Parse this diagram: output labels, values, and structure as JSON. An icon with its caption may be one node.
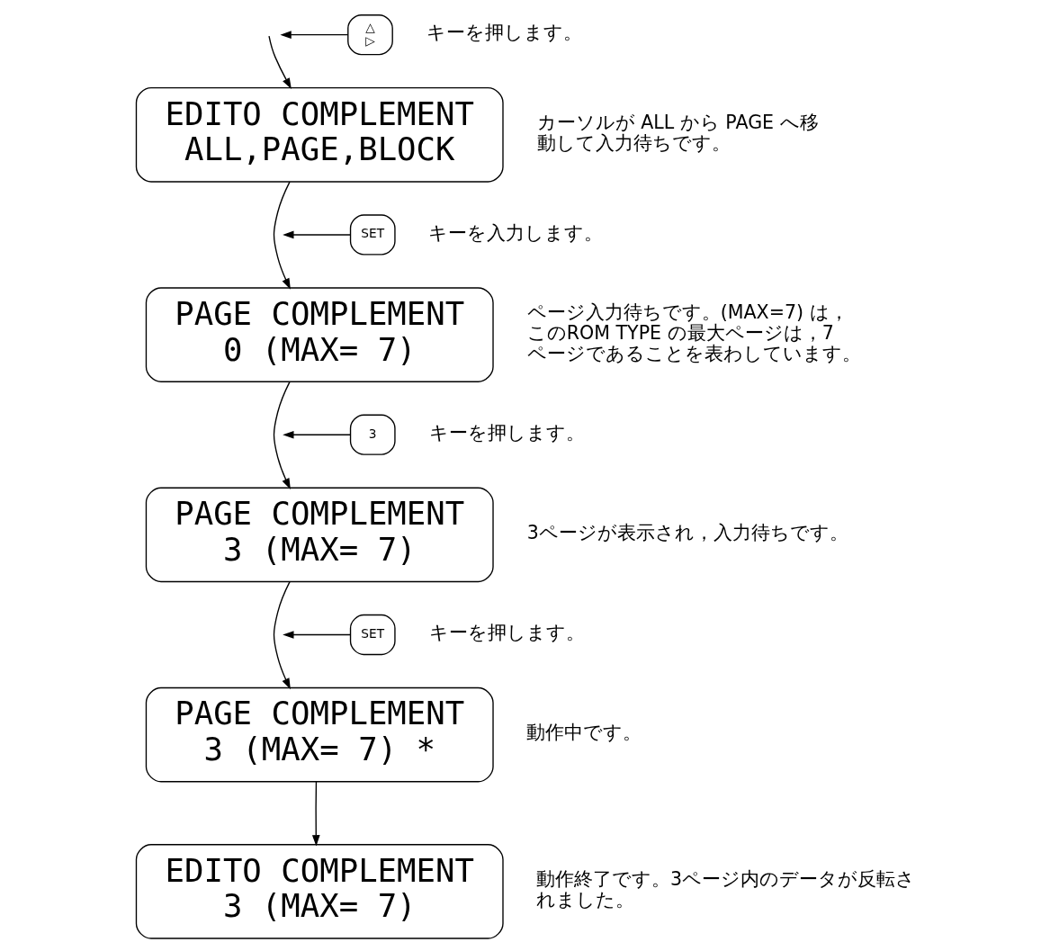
{
  "diagram": {
    "nodes": [
      {
        "text": [
          "△",
          "▷"
        ],
        "beside": [
          "キーを押します。"
        ]
      },
      {
        "text": [
          "EDITO COMPLEMENT",
          "ALL,PAGE,BLOCK"
        ],
        "beside": [
          "カーソルが ALL から PAGE へ移動して入力待ちです。"
        ]
      },
      {
        "text": [
          "SET"
        ],
        "beside": [
          "キーを入力します。"
        ]
      },
      {
        "text": [
          "PAGE COMPLEMENT",
          "0 (MAX= 7)"
        ],
        "beside": [
          "ページ入力待ちです。(MAX=7) は，このROM TYPE の最大ページは，7ページであることを表わしています。"
        ]
      },
      {
        "text": [
          "3"
        ],
        "beside": [
          "キーを押します。"
        ]
      },
      {
        "text": [
          "PAGE COMPLEMENT",
          "3 (MAX= 7)"
        ],
        "beside": [
          "3ページが表示され，入力待ちです。"
        ]
      },
      {
        "text": [
          "SET"
        ],
        "beside": [
          "キーを押します。"
        ]
      },
      {
        "text": [
          "PAGE COMPLEMENT",
          "3 (MAX= 7) *"
        ],
        "beside": [
          "動作中です。"
        ]
      },
      {
        "text": [
          "EDITO COMPLEMENT",
          "3 (MAX= 7)"
        ],
        "beside": [
          "動作終了です。3ページ内のデータが反転されました。"
        ]
      }
    ],
    "edges": [
      {
        "from": null,
        "to": 1,
        "arrow": "to"
      },
      {
        "from": 0,
        "to": null,
        "arrow": "to"
      },
      {
        "from": 1,
        "to": 3,
        "arrow": "to"
      },
      {
        "from": 2,
        "to": null,
        "arrow": "to"
      },
      {
        "from": 3,
        "to": 5,
        "arrow": "to"
      },
      {
        "from": 4,
        "to": null,
        "arrow": "to"
      },
      {
        "from": 5,
        "to": 7,
        "arrow": "to"
      },
      {
        "from": 6,
        "to": null,
        "arrow": "to"
      },
      {
        "from": 7,
        "to": 8,
        "arrow": "to"
      }
    ]
  }
}
